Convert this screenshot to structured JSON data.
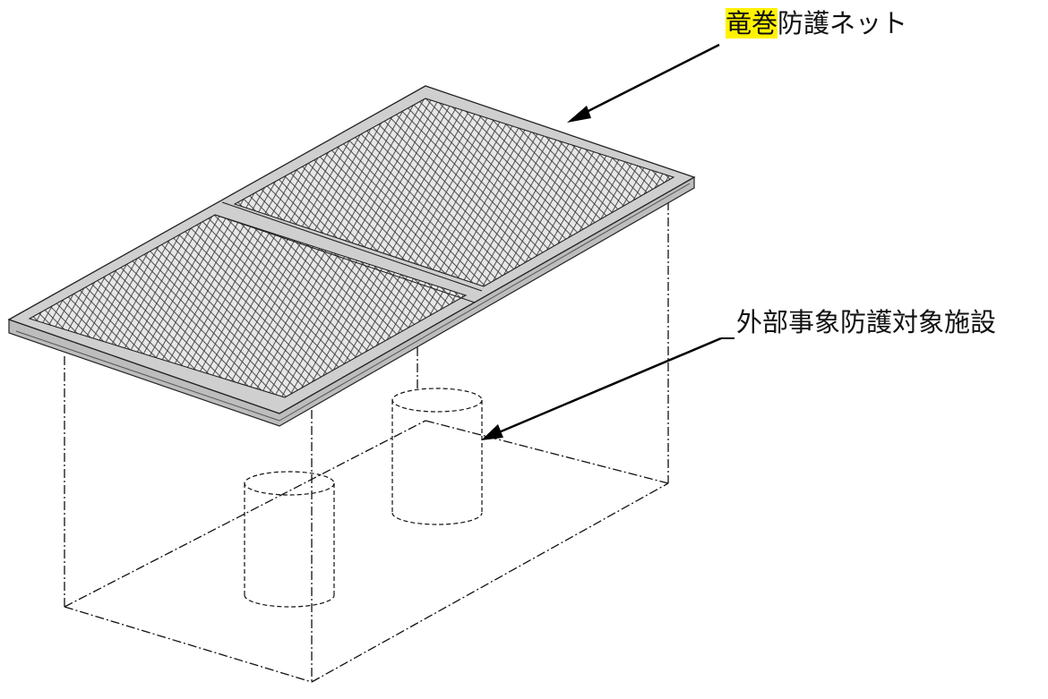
{
  "labels": {
    "net_highlight": "竜巻",
    "net_rest": "防護ネット",
    "facility": "外部事象防護対象施設"
  },
  "colors": {
    "highlight": "#fff200",
    "frame": "#c8c8c8",
    "mesh": "#444444",
    "line": "#111111"
  }
}
